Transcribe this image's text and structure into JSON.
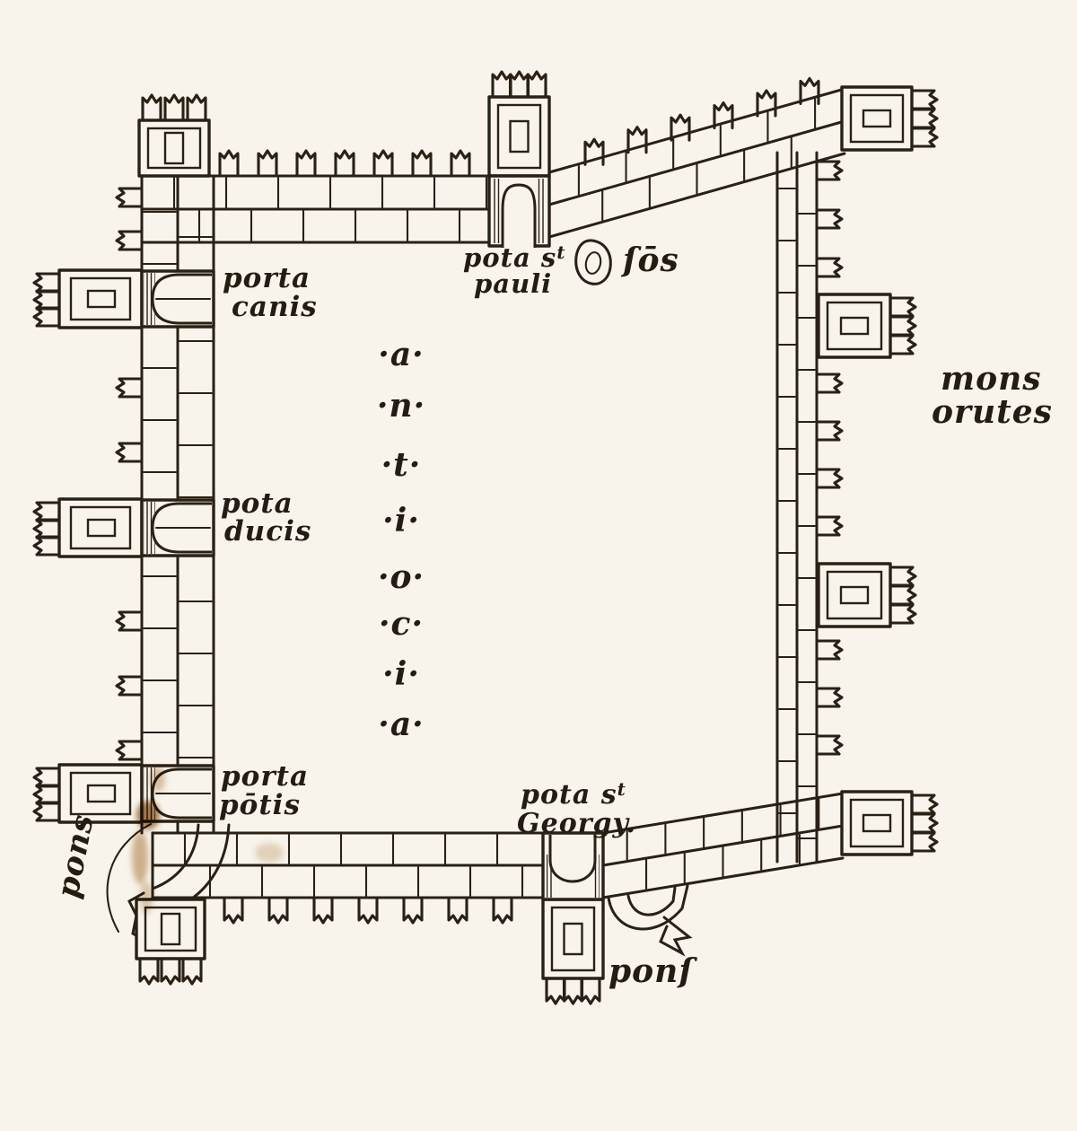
{
  "colors": {
    "ink": "#2a2014",
    "paper": "#f8f4ec",
    "stain": "#a9712f"
  },
  "labels": {
    "porta_canis": {
      "line1": "porta",
      "line2": "canis"
    },
    "porta_ducis": {
      "line1": "pota",
      "line2": "ducis"
    },
    "porta_pontis": {
      "line1": "porta",
      "line2": "pōtis"
    },
    "porta_st_pauli": {
      "line1_main": "pota s",
      "line1_sup": "t",
      "line2": "pauli"
    },
    "fons": {
      "text": "ſōs"
    },
    "porta_st_george": {
      "line1_main": "pota s",
      "line1_sup": "t",
      "line2": "Georgy."
    },
    "mons_orontes": {
      "line1": "mons",
      "line2": "orutes"
    },
    "pons_left": {
      "text": "pons"
    },
    "pons_right": {
      "text": "ponſ"
    }
  },
  "city_name_vertical": [
    "·a·",
    "·n·",
    "·t·",
    "·i·",
    "·o·",
    "·c·",
    "·i·",
    "·a·"
  ]
}
